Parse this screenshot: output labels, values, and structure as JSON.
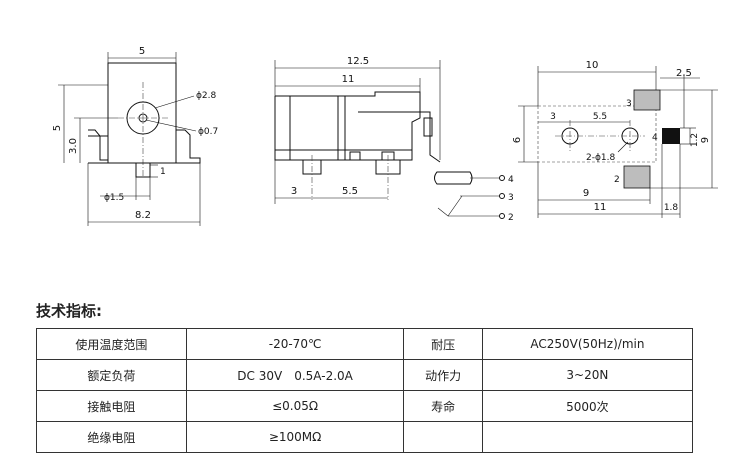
{
  "drawing": {
    "front_view": {
      "dim_width": "5",
      "dim_height": "5",
      "dim_center_height": "3.0",
      "dim_hole_large": "ϕ2.8",
      "dim_hole_small": "ϕ0.7",
      "dim_pin": "ϕ1.5",
      "dim_step": "1",
      "dim_total_width": "8.2"
    },
    "side_view": {
      "dim_total_length": "12.5",
      "dim_body_length": "11",
      "dim_pin_offset": "3",
      "dim_pin_pitch": "5.5"
    },
    "schematic": {
      "pin_4": "4",
      "pin_3": "3",
      "pin_2": "2"
    },
    "footprint": {
      "dim_top": "10",
      "dim_pad_width": "2.5",
      "pad_label_3": "3",
      "pad_label_4": "4",
      "pad_label_2": "2",
      "dim_hole_offset": "3",
      "dim_hole_pitch": "5.5",
      "dim_holes": "2-ϕ1.8",
      "dim_height_left": "6",
      "dim_height_right": "9",
      "dim_pad4": "1.2",
      "dim_pad_span": "9",
      "dim_bottom": "11",
      "dim_edge": "1.8"
    }
  },
  "section_title": "技术指标:",
  "specs": {
    "rows": [
      {
        "label1": "使用温度范围",
        "value1": "-20-70℃",
        "label2": "耐压",
        "value2": "AC250V(50Hz)/min"
      },
      {
        "label1": "额定负荷",
        "value1": "DC 30V　0.5A-2.0A",
        "label2": "动作力",
        "value2": "3~20N"
      },
      {
        "label1": "接触电阻",
        "value1": "≤0.05Ω",
        "label2": "寿命",
        "value2": "5000次"
      },
      {
        "label1": "绝缘电阻",
        "value1": "≥100MΩ",
        "label2": "",
        "value2": ""
      }
    ]
  }
}
